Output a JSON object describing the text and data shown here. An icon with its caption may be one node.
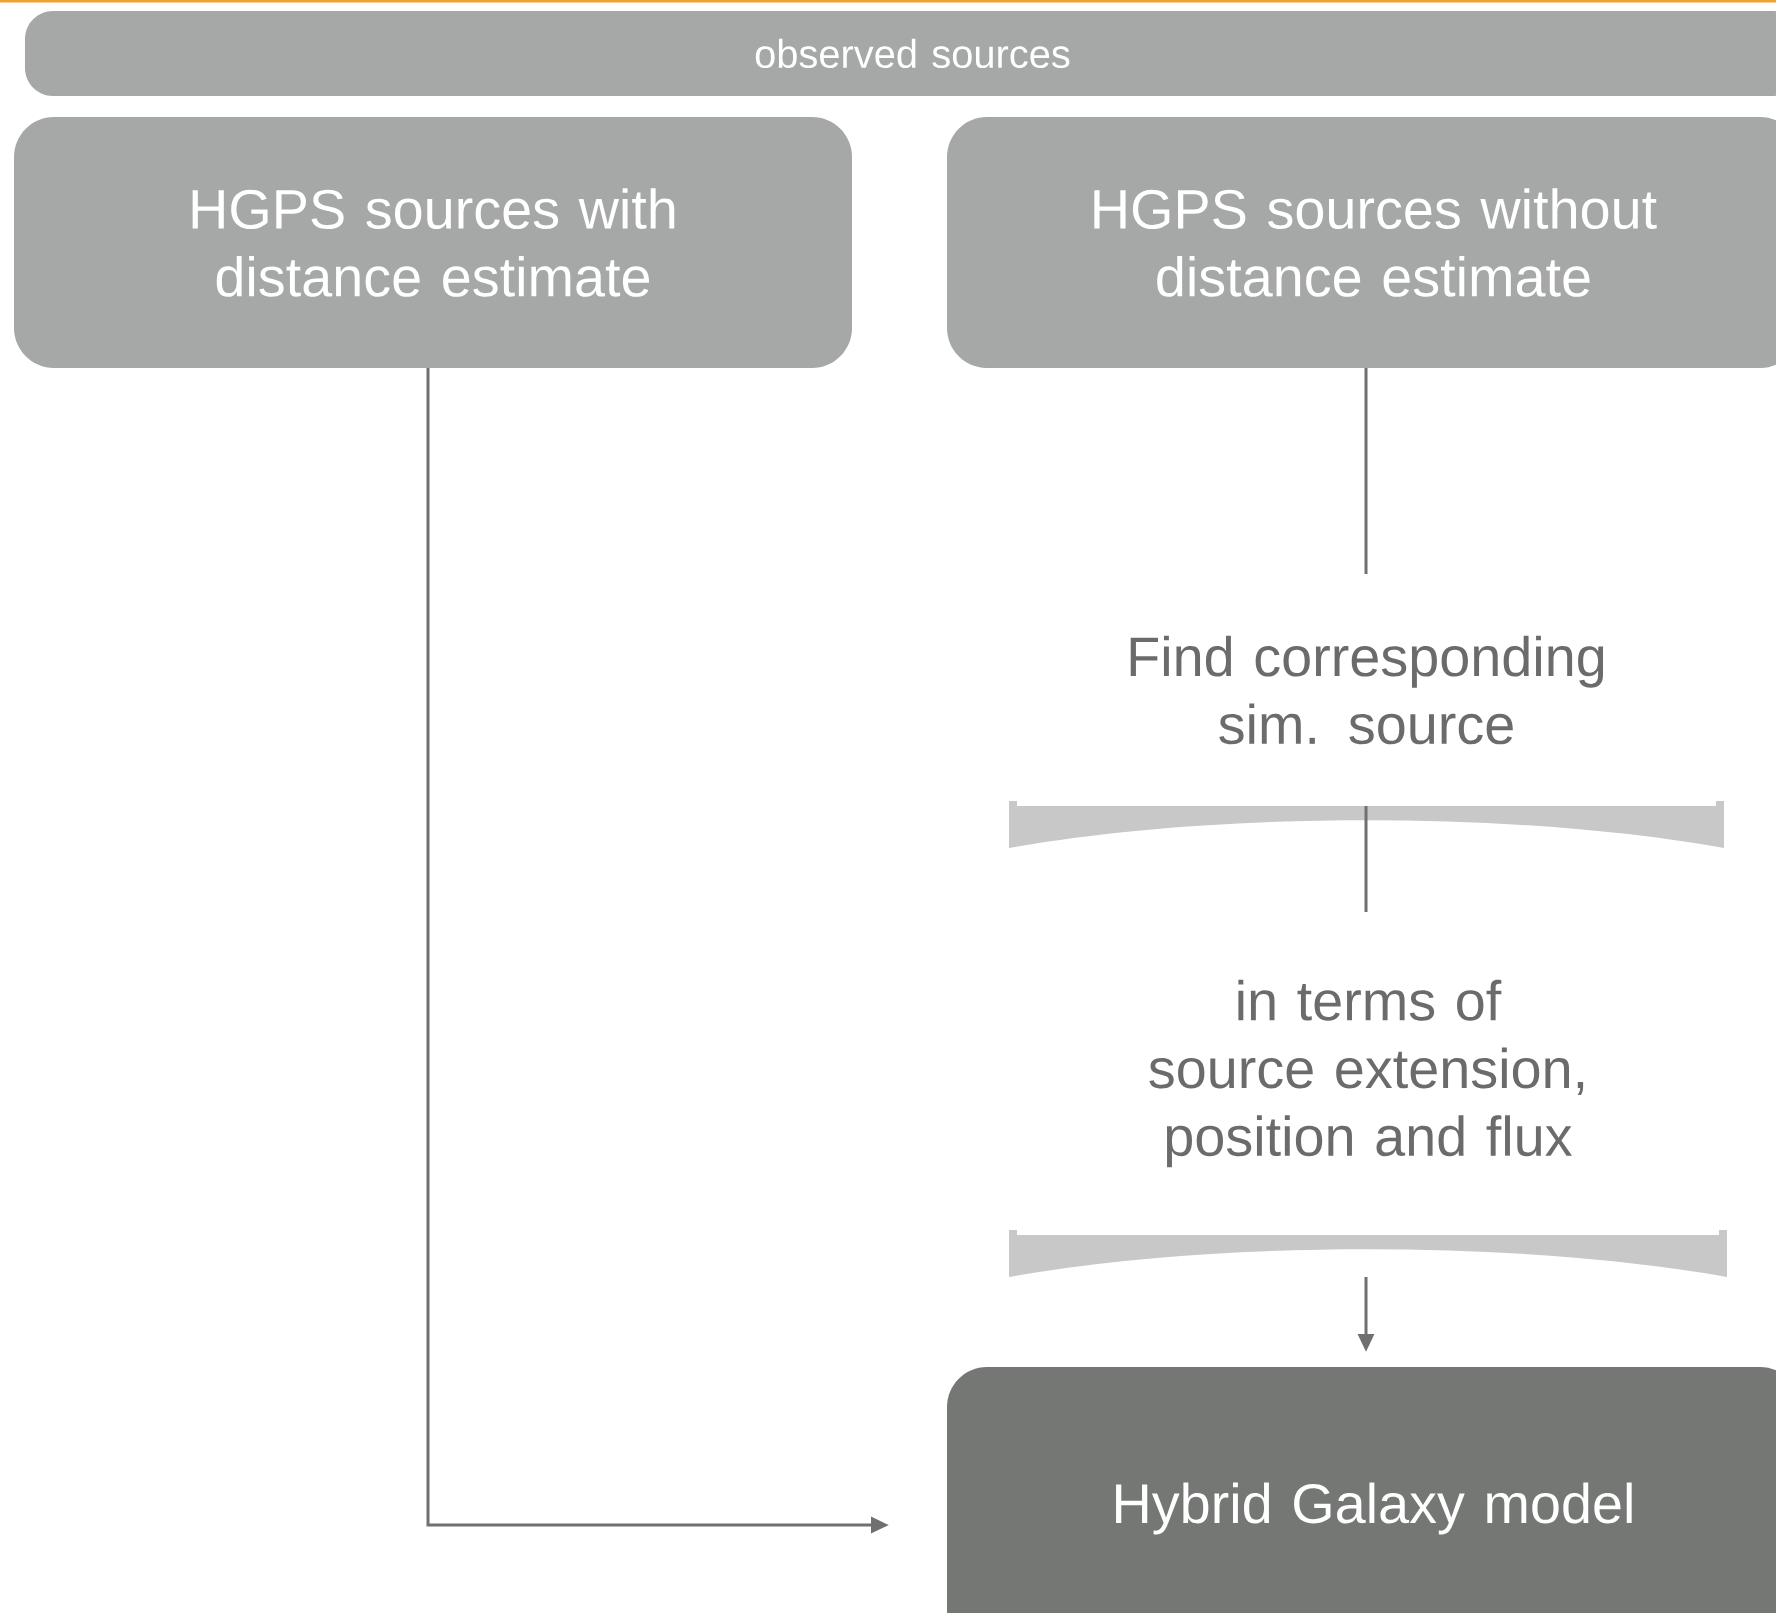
{
  "diagram": {
    "nodes": [
      {
        "text": [
          "observed sources"
        ]
      },
      {
        "text": [
          "HGPS sources with distance estimate"
        ]
      },
      {
        "text": [
          "HGPS sources without distance estimate"
        ]
      },
      {
        "text": [
          "Find corresponding sim. source"
        ]
      },
      {
        "text": [
          "in terms of source extension, position and flux"
        ]
      },
      {
        "text": [
          "Hybrid Galaxy model"
        ]
      }
    ],
    "edges": [
      {
        "from": 1,
        "to": 5,
        "arrow": "to"
      },
      {
        "from": 2,
        "to": 3,
        "arrow": "none"
      },
      {
        "from": 3,
        "to": 4,
        "arrow": "none"
      },
      {
        "from": 4,
        "to": 5,
        "arrow": "to"
      }
    ]
  }
}
